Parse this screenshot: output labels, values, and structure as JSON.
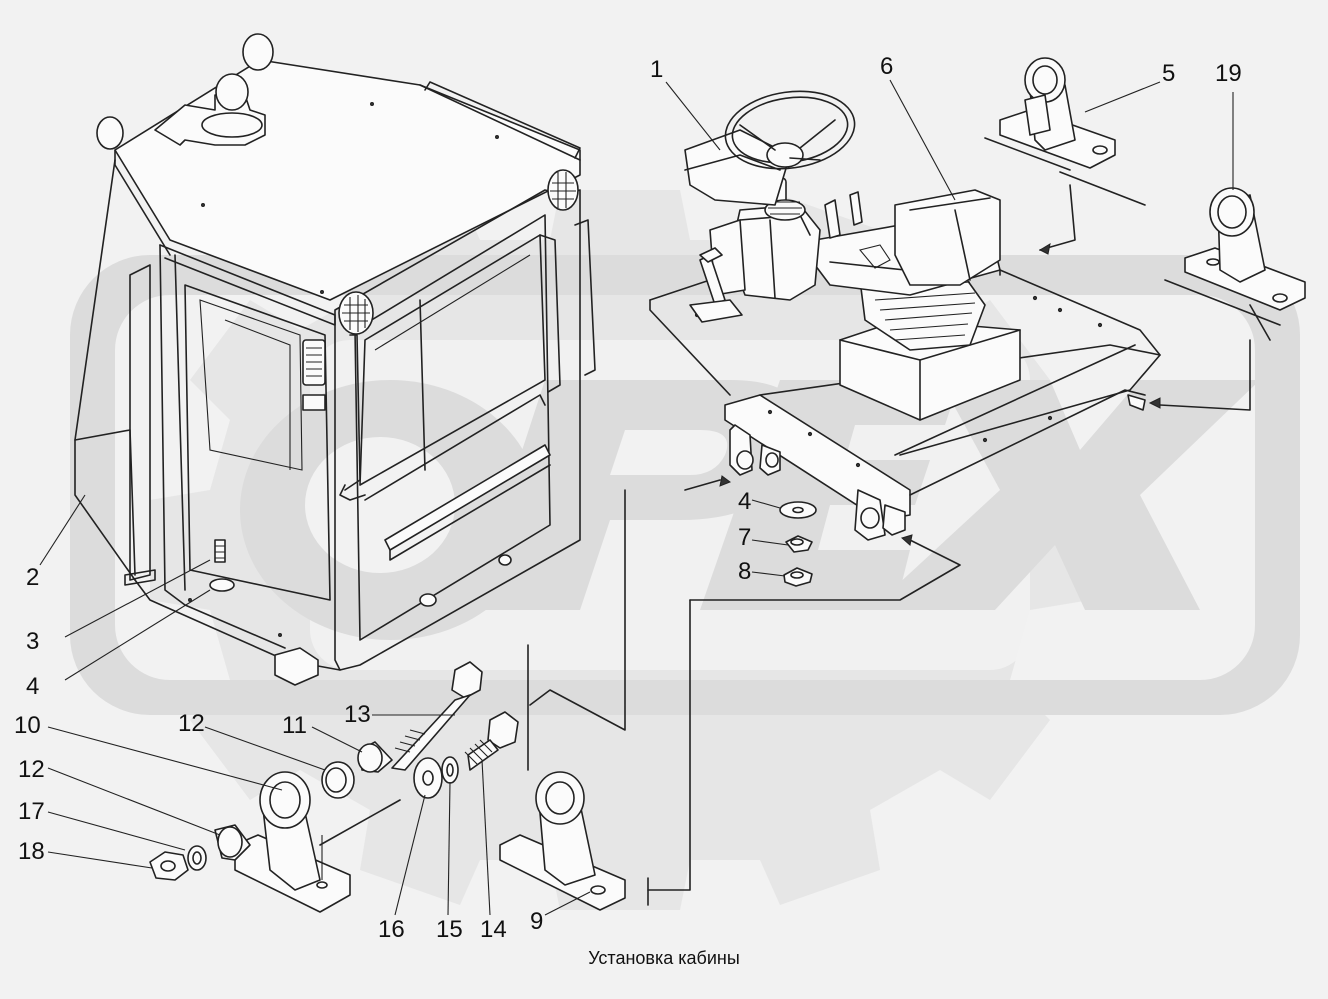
{
  "caption": "Установка кабины",
  "callouts": [
    "1",
    "6",
    "5",
    "19",
    "2",
    "3",
    "4",
    "4",
    "7",
    "8",
    "10",
    "12",
    "11",
    "13",
    "12",
    "17",
    "18",
    "16",
    "15",
    "14",
    "9"
  ],
  "watermark": {
    "text": "ОРЕХ",
    "color": "#dcdcdc"
  },
  "colors": {
    "background": "#f2f2f2",
    "ink": "#222222"
  }
}
